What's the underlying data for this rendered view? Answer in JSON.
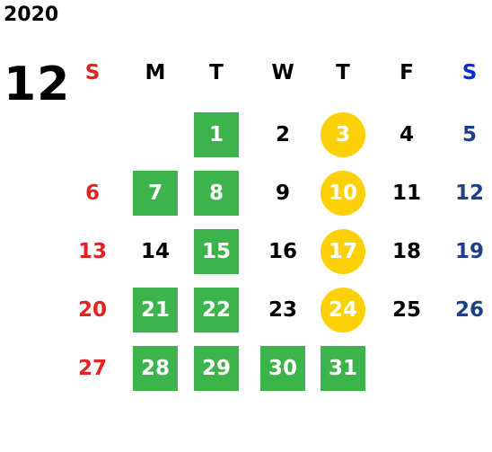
{
  "year": "2020",
  "month": "12",
  "colors": {
    "sunday": "#e02424",
    "saturday": "#0a2fd0",
    "saturday_date": "#1f3f8a",
    "weekday": "#000000",
    "highlight_green": "#3cb44b",
    "highlight_yellow": "#fdd10a"
  },
  "weekdays": [
    "S",
    "M",
    "T",
    "W",
    "T",
    "F",
    "S"
  ],
  "first_weekday_index": 2,
  "days_in_month": 31,
  "green_days": [
    1,
    7,
    8,
    15,
    21,
    22,
    28,
    29,
    30,
    31
  ],
  "yellow_days": [
    3,
    10,
    17,
    24
  ]
}
